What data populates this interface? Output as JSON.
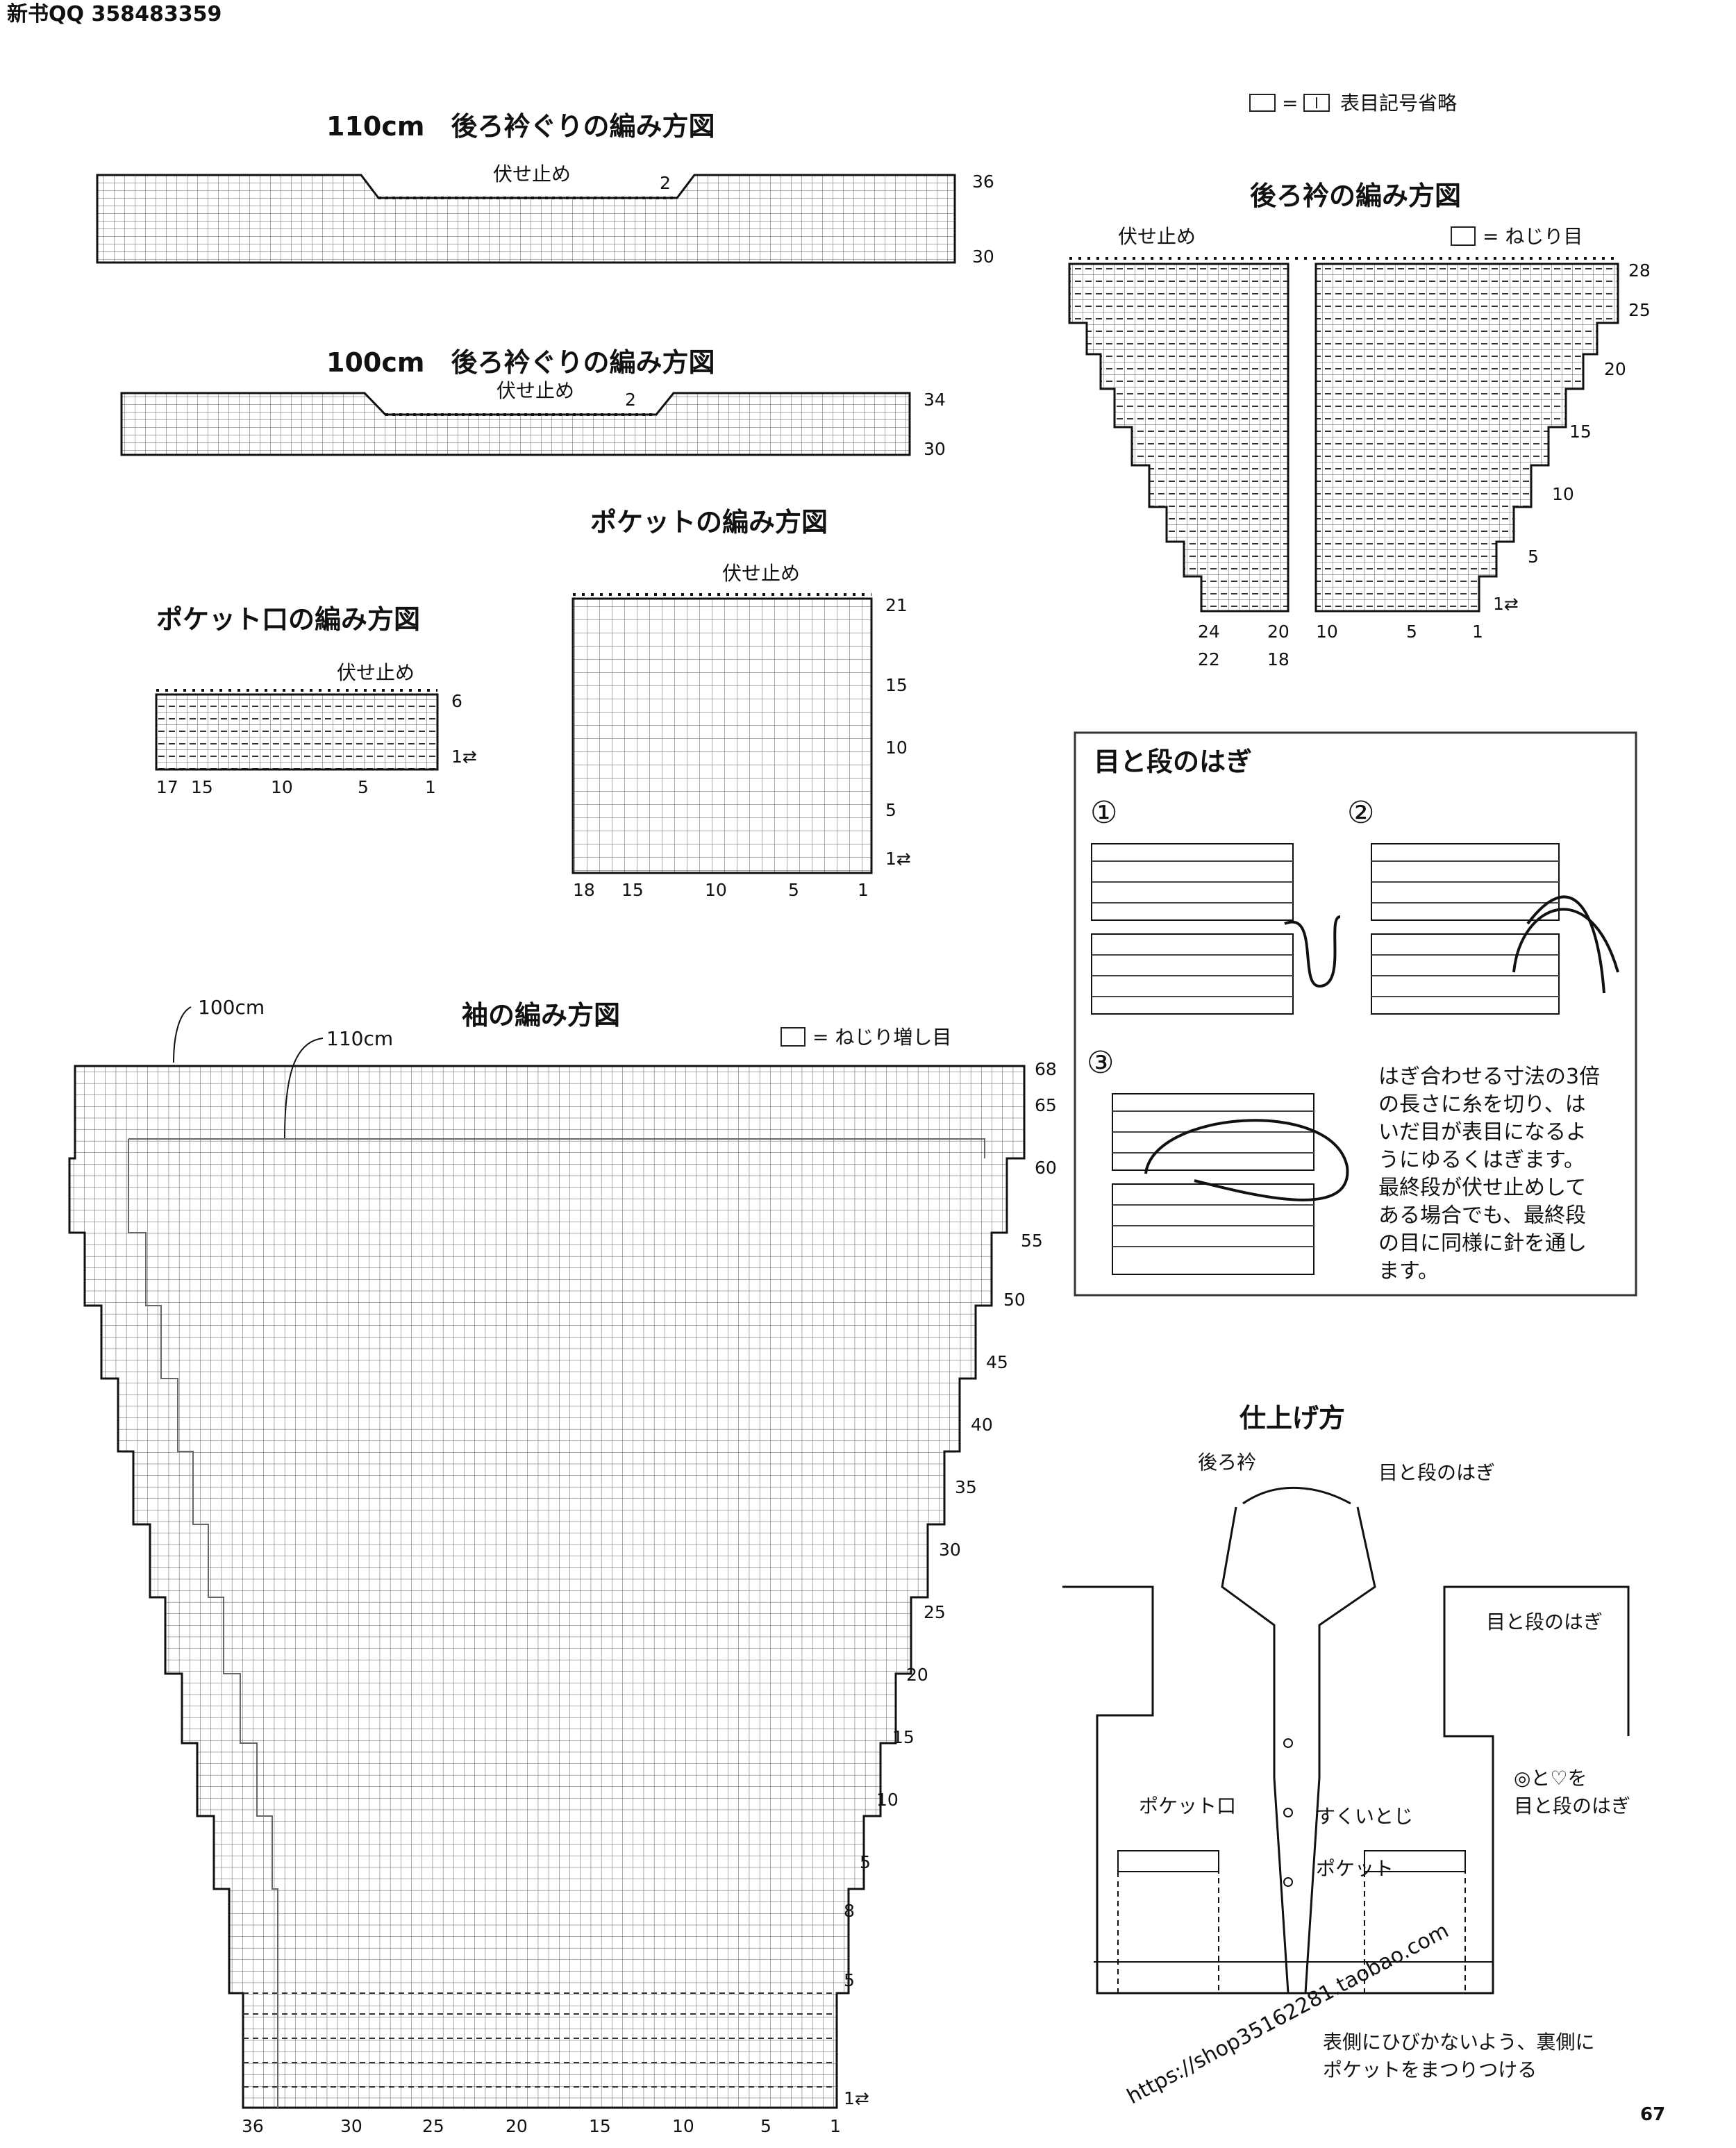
{
  "header": {
    "qq": "新书QQ 358483359"
  },
  "legend": {
    "equals": "=",
    "text": "表目記号省略"
  },
  "collar110": {
    "title": "110cm　後ろ衿ぐりの編み方図",
    "bind_off": "伏せ止め",
    "two": "2",
    "rows": [
      "36",
      "30"
    ]
  },
  "collar100": {
    "title": "100cm　後ろ衿ぐりの編み方図",
    "bind_off": "伏せ止め",
    "two": "2",
    "rows": [
      "34",
      "30"
    ]
  },
  "back_collar": {
    "title": "後ろ衿の編み方図",
    "bind_off": "伏せ止め",
    "twist_legend": "= ねじり目",
    "rows": [
      "28",
      "25",
      "20",
      "15",
      "10",
      "5",
      "1⇄"
    ],
    "cols_top": [
      "24",
      "20",
      "10",
      "5",
      "1"
    ],
    "cols_bottom": [
      "22",
      "18"
    ]
  },
  "pocket": {
    "title": "ポケットの編み方図",
    "bind_off": "伏せ止め",
    "rows": [
      "21",
      "15",
      "10",
      "5",
      "1⇄"
    ],
    "cols": [
      "18",
      "15",
      "10",
      "5",
      "1"
    ]
  },
  "pocket_opening": {
    "title": "ポケット口の編み方図",
    "bind_off": "伏せ止め",
    "rows": [
      "6",
      "1⇄"
    ],
    "cols": [
      "17",
      "15",
      "10",
      "5",
      "1"
    ]
  },
  "seam_box": {
    "title": "目と段のはぎ",
    "steps": [
      "①",
      "②",
      "③"
    ],
    "text": [
      "はぎ合わせる寸法の3倍",
      "の長さに糸を切り、は",
      "いだ目が表目になるよ",
      "うにゆるくはぎます。",
      "最終段が伏せ止めして",
      "ある場合でも、最終段",
      "の目に同様に針を通し",
      "ます。"
    ]
  },
  "sleeve": {
    "title": "袖の編み方図",
    "size100": "100cm",
    "size110": "110cm",
    "twist_legend": "= ねじり増し目",
    "rows": [
      "68",
      "65",
      "60",
      "55",
      "50",
      "45",
      "40",
      "35",
      "30",
      "25",
      "20",
      "15",
      "10",
      "5",
      "8",
      "5",
      "1⇄"
    ],
    "cols": [
      "36",
      "30",
      "25",
      "20",
      "15",
      "10",
      "5",
      "1"
    ]
  },
  "finish": {
    "title": "仕上げ方",
    "back_collar": "後ろ衿",
    "seam1": "目と段のはぎ",
    "seam2": "目と段のはぎ",
    "pocket_opening": "ポケット口",
    "sukui": "すくいとじ",
    "pocket": "ポケット",
    "marks": "◎と♡を",
    "marks2": "目と段のはぎ",
    "note1": "表側にひびかないよう、裏側に",
    "note2": "ポケットをまつりつける"
  },
  "watermark": "https://shop35162281.taobao.com",
  "page_number": "67"
}
